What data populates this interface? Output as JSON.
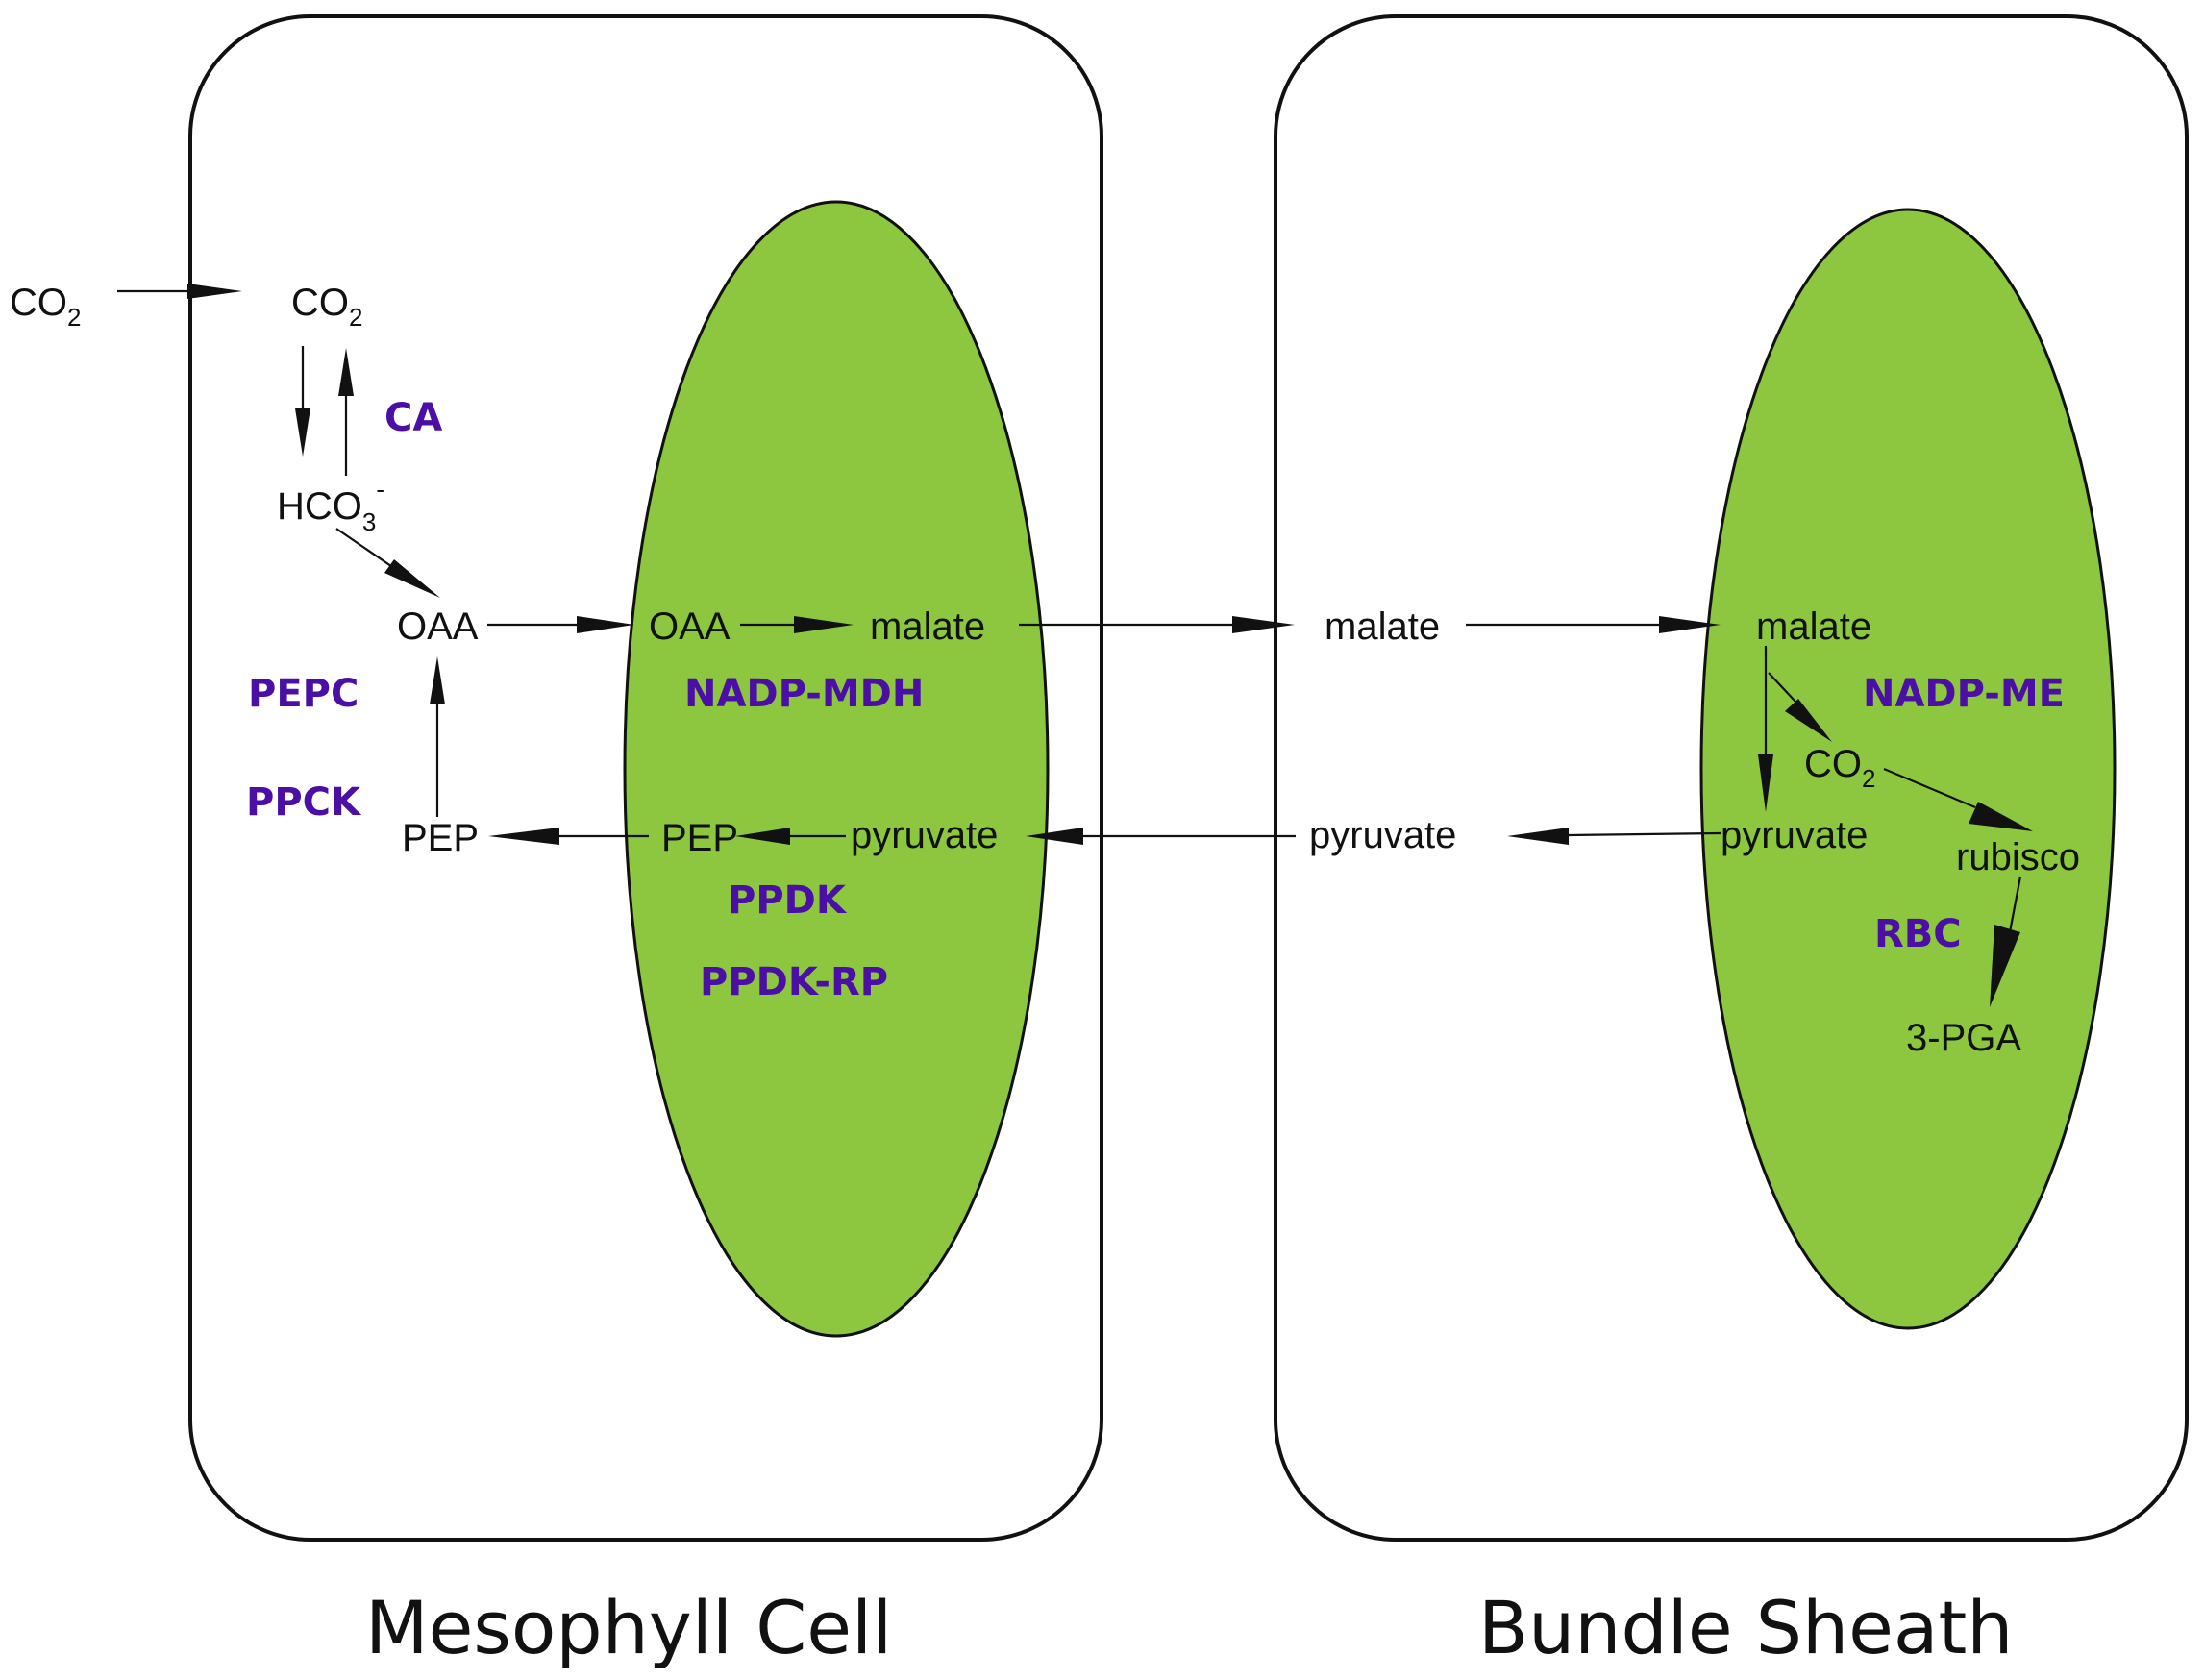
{
  "colors": {
    "chloroplast_fill": "#8DC63F",
    "enzyme_label": "#4B0FA6",
    "outline": "#111111"
  },
  "cells": {
    "mesophyll": {
      "label": "Mesophyll Cell"
    },
    "bundle_sheath": {
      "label": "Bundle Sheath"
    }
  },
  "metabolites": {
    "co2_outside": {
      "main": "CO",
      "sub": "2"
    },
    "co2_meso": {
      "main": "CO",
      "sub": "2"
    },
    "hco3": {
      "main": "HCO",
      "sub": "3",
      "sup": "-"
    },
    "oaa_cyto": "OAA",
    "oaa_chloro": "OAA",
    "malate_meso": "malate",
    "malate_transit": "malate",
    "malate_bs": "malate",
    "co2_bs": {
      "main": "CO",
      "sub": "2"
    },
    "pyruvate_bs": "pyruvate",
    "pyruvate_transit": "pyruvate",
    "pyruvate_meso": "pyruvate",
    "pep_chloro": "PEP",
    "pep_cyto": "PEP",
    "rubisco": "rubisco",
    "pga": "3-PGA"
  },
  "enzymes": {
    "ca": "CA",
    "pepc": "PEPC",
    "ppck": "PPCK",
    "nadp_mdh": "NADP-MDH",
    "ppdk": "PPDK",
    "ppdk_rp": "PPDK-RP",
    "nadp_me": "NADP-ME",
    "rbc": "RBC"
  }
}
